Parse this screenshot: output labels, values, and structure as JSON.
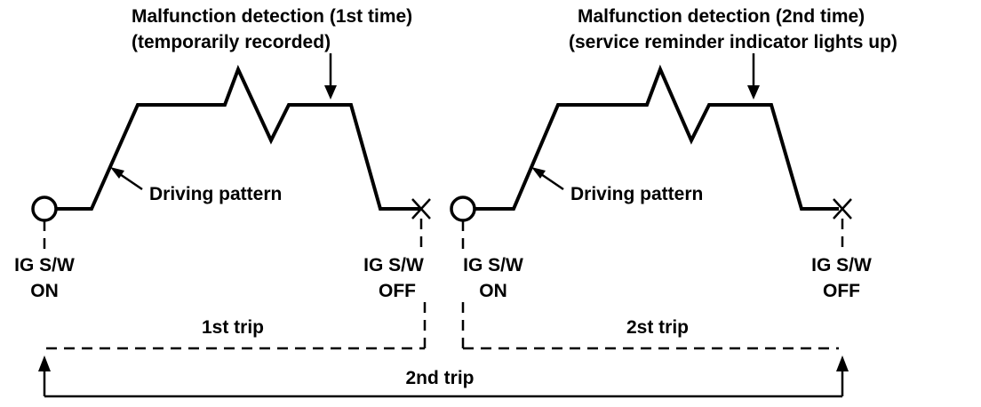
{
  "header": {
    "detect1_line1": "Malfunction detection (1st time)",
    "detect1_line2": "(temporarily recorded)",
    "detect2_line1": "Malfunction detection (2nd time)",
    "detect2_line2": "(service reminder indicator lights up)"
  },
  "trip1": {
    "driving_pattern": "Driving pattern",
    "on_line1": "IG S/W",
    "on_line2": "ON",
    "off_line1": "IG S/W",
    "off_line2": "OFF",
    "trip_label": "1st trip"
  },
  "trip2": {
    "driving_pattern": "Driving pattern",
    "on_line1": "IG S/W",
    "on_line2": "ON",
    "off_line1": "IG S/W",
    "off_line2": "OFF",
    "trip_label": "2st trip"
  },
  "overall": {
    "label": "2nd trip"
  },
  "colors": {
    "ink": "#000000",
    "background": "#ffffff"
  }
}
